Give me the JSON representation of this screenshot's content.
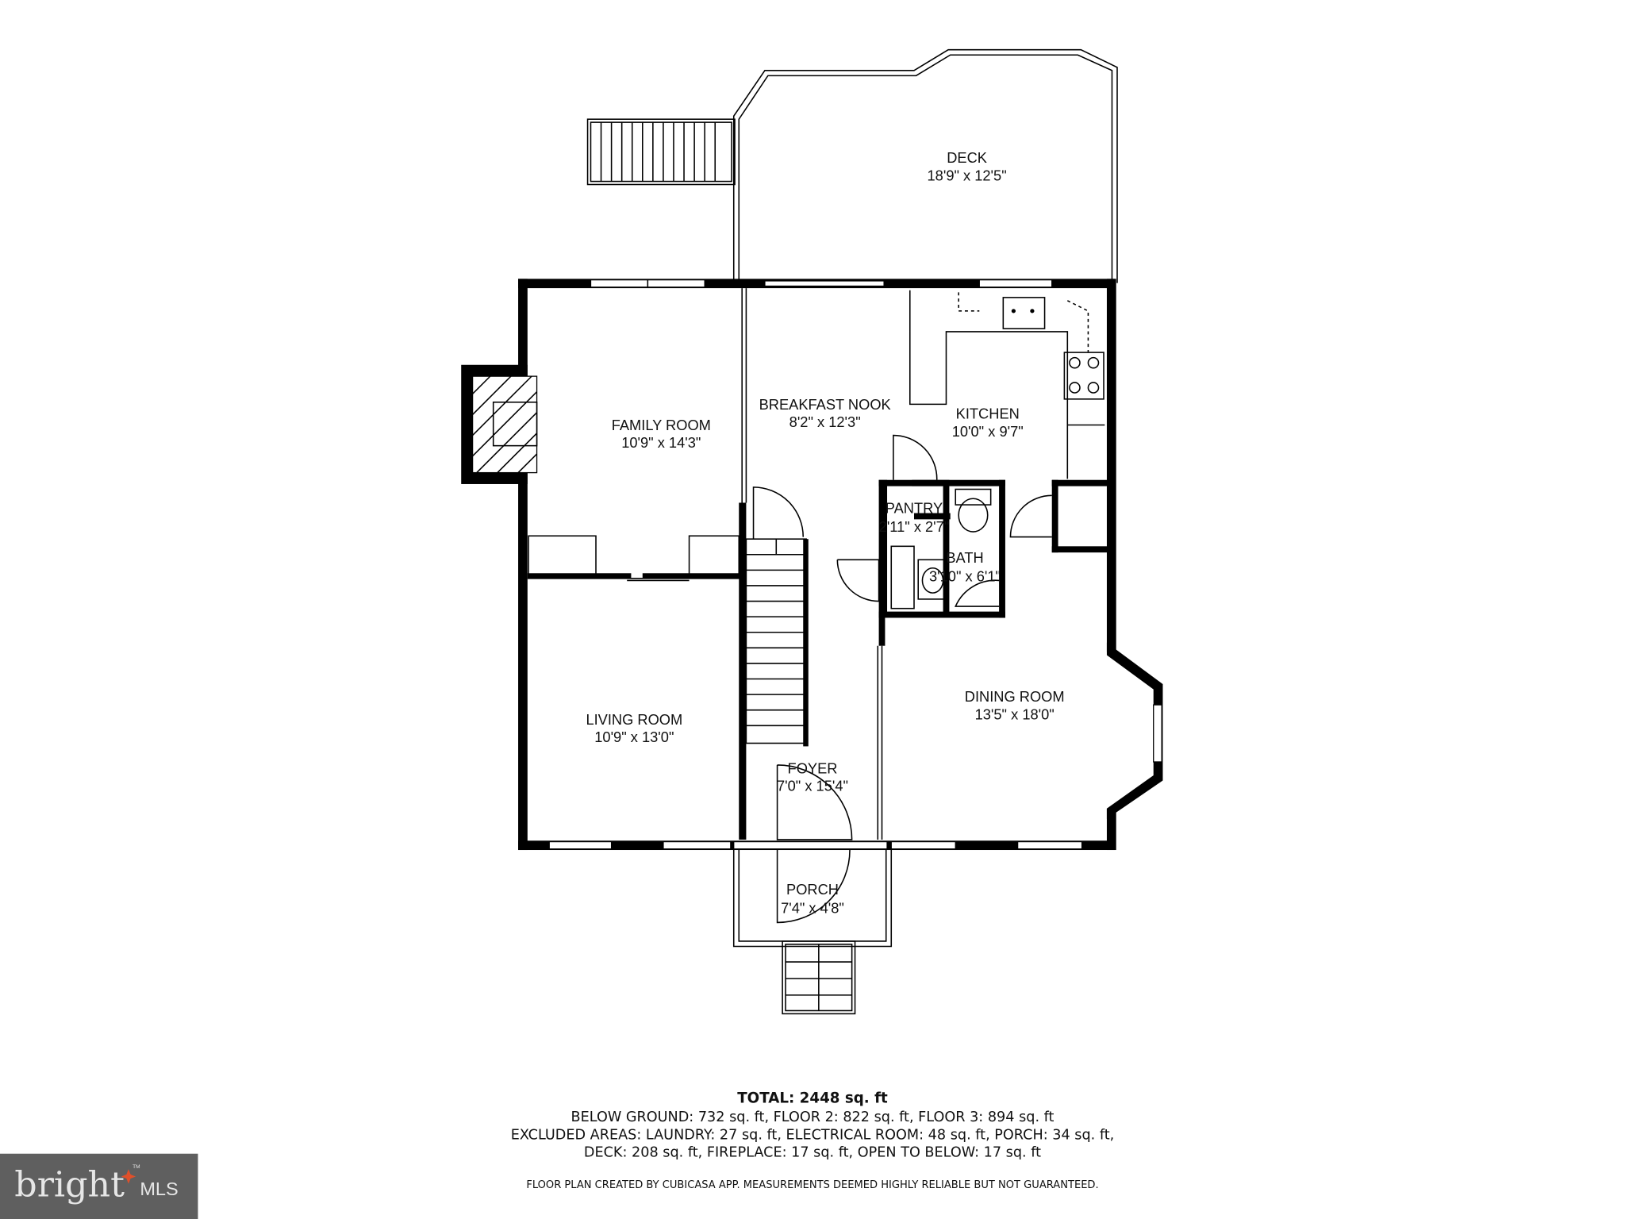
{
  "rooms": {
    "deck": {
      "name": "DECK",
      "size": "18'9\" x 12'5\""
    },
    "family_room": {
      "name": "FAMILY ROOM",
      "size": "10'9\" x 14'3\""
    },
    "breakfast_nook": {
      "name": "BREAKFAST NOOK",
      "size": "8'2\" x 12'3\""
    },
    "kitchen": {
      "name": "KITCHEN",
      "size": "10'0\" x 9'7\""
    },
    "pantry": {
      "name": "PANTRY",
      "size": "2'11\" x 2'7\""
    },
    "bath": {
      "name": "BATH",
      "size": "3'10\" x 6'1\""
    },
    "dining_room": {
      "name": "DINING ROOM",
      "size": "13'5\" x 18'0\""
    },
    "living_room": {
      "name": "LIVING ROOM",
      "size": "10'9\" x 13'0\""
    },
    "foyer": {
      "name": "FOYER",
      "size": "7'0\" x 15'4\""
    },
    "porch": {
      "name": "PORCH",
      "size": "7'4\" x 4'8\""
    }
  },
  "summary": {
    "total": "TOTAL: 2448 sq. ft",
    "floors": "BELOW GROUND: 732 sq. ft, FLOOR 2: 822 sq. ft, FLOOR 3: 894 sq. ft",
    "excluded_1": "EXCLUDED AREAS: LAUNDRY: 27 sq. ft, ELECTRICAL ROOM: 48 sq. ft, PORCH: 34 sq. ft,",
    "excluded_2": "DECK: 208 sq. ft, FIREPLACE: 17 sq. ft, OPEN TO BELOW: 17 sq. ft",
    "disclaimer": "FLOOR PLAN CREATED BY CUBICASA APP. MEASUREMENTS DEEMED HIGHLY RELIABLE BUT NOT GUARANTEED."
  },
  "logo": {
    "text": "bright",
    "suffix": "MLS",
    "tm": "TM",
    "background": "#5f5f5f",
    "accent": "#e0502a"
  }
}
